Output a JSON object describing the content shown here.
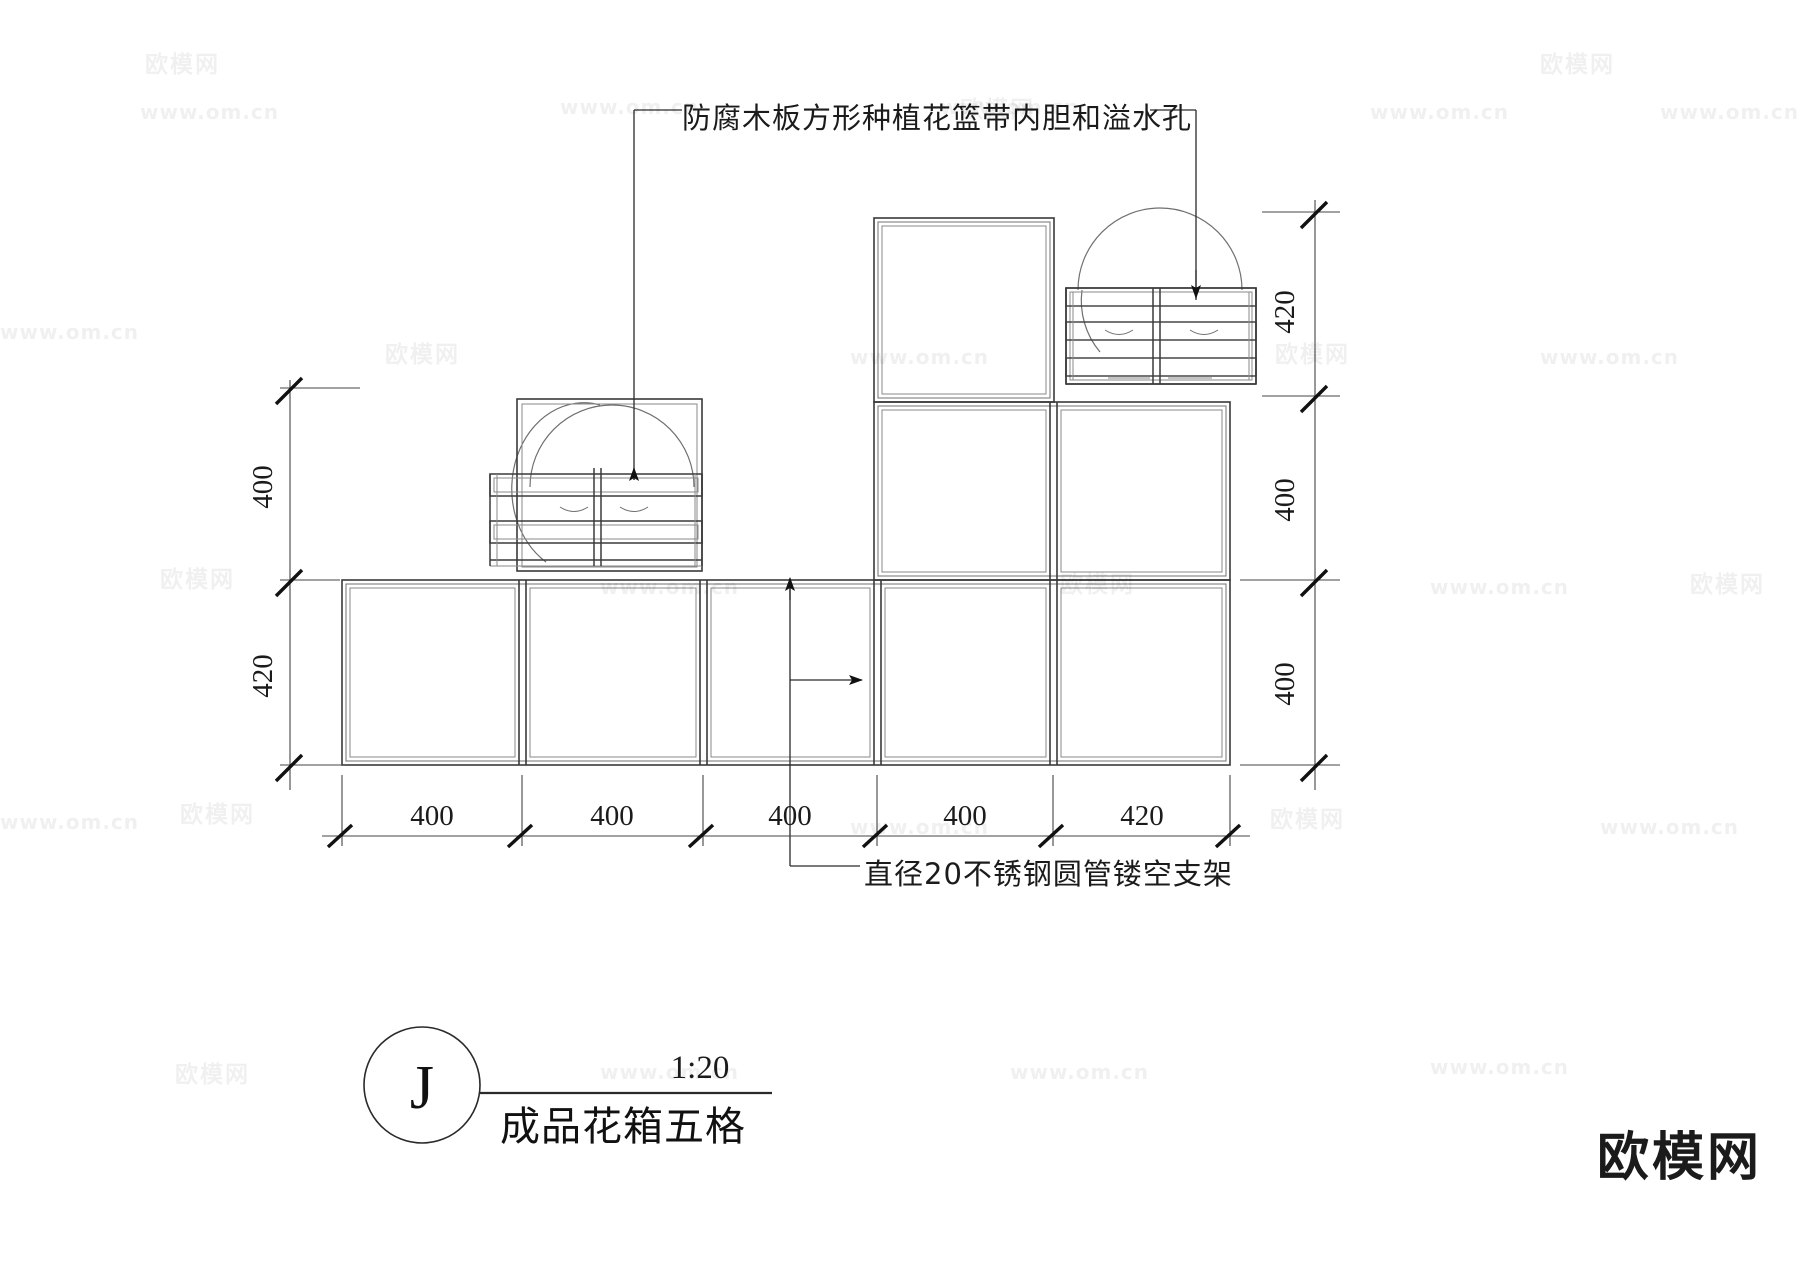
{
  "drawing": {
    "title_tag": "J",
    "scale": "1:20",
    "title": "成品花箱五格",
    "annotations": [
      {
        "id": "planter-note",
        "text": "防腐木板方形种植花篮带内胆和溢水孔"
      },
      {
        "id": "frame-note",
        "text": "直径20不锈钢圆管镂空支架"
      }
    ],
    "dimensions": {
      "bottom": [
        "400",
        "400",
        "400",
        "400",
        "420"
      ],
      "left": [
        "400",
        "420"
      ],
      "right": [
        "420",
        "400",
        "400"
      ]
    }
  },
  "watermarks": {
    "url": "www.om.cn",
    "cn": "欧模网",
    "brand": "欧模网"
  },
  "colors": {
    "line": "#333333",
    "line_light": "#8a8a8a",
    "text": "#1b1b1b",
    "background": "#ffffff"
  }
}
